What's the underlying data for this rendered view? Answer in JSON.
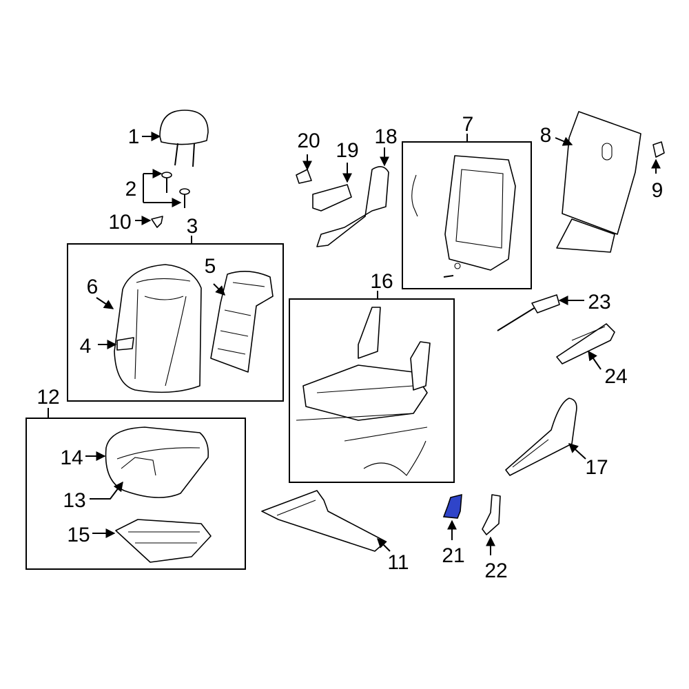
{
  "colors": {
    "ink": "#000000",
    "highlight": "#2f44c9",
    "background": "#ffffff"
  },
  "callouts": {
    "c1": "1",
    "c2": "2",
    "c3": "3",
    "c4": "4",
    "c5": "5",
    "c6": "6",
    "c7": "7",
    "c8": "8",
    "c9": "9",
    "c10": "10",
    "c11": "11",
    "c12": "12",
    "c13": "13",
    "c14": "14",
    "c15": "15",
    "c16": "16",
    "c17": "17",
    "c18": "18",
    "c19": "19",
    "c20": "20",
    "c21": "21",
    "c22": "22",
    "c23": "23",
    "c24": "24"
  },
  "highlighted_part": "21"
}
